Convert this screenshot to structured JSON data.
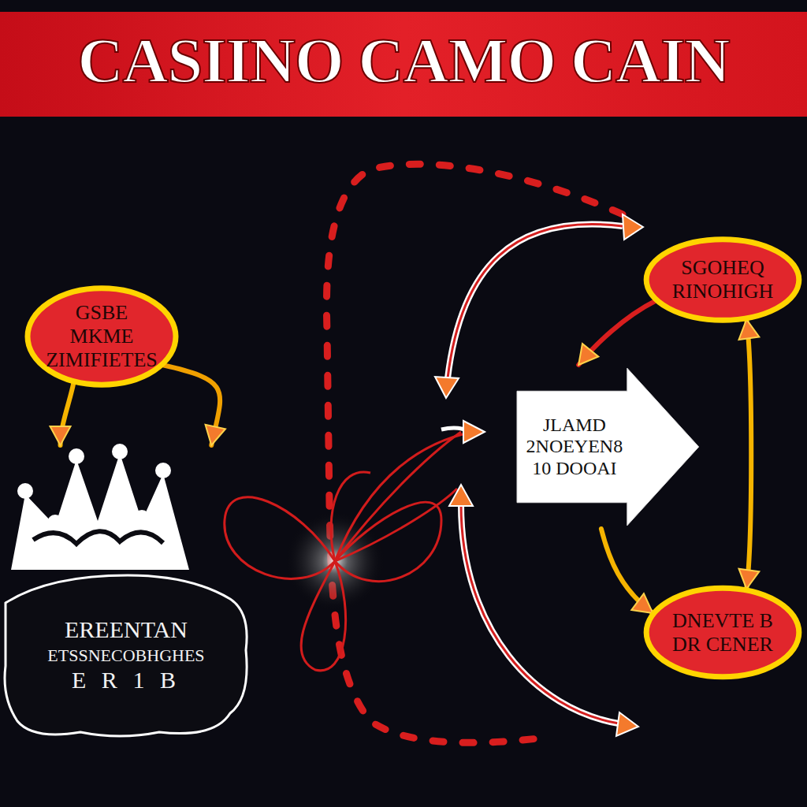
{
  "diagram": {
    "title": "CASIINO CAMO CAIN",
    "nodes": [
      {
        "text": [
          "GSBE MKME ZIMIFIETES"
        ]
      },
      {
        "text": [
          "EREENTAN",
          "ETSSNECOBHGHES",
          "E R 1 B"
        ]
      },
      {
        "text": [
          "SGOHEQ RINOHIGH"
        ]
      },
      {
        "text": [
          "JLAMD 2NOEYEN8 10 DOOAI"
        ]
      },
      {
        "text": [
          "DNEVTE B DR CENER"
        ]
      }
    ],
    "edges": [
      {
        "from": 0,
        "to": 1,
        "arrow": "to"
      },
      {
        "from": 0,
        "to": 1,
        "arrow": "to"
      },
      {
        "from": 2,
        "to": 3,
        "arrow": "to"
      },
      {
        "from": 3,
        "to": 4,
        "arrow": "to"
      },
      {
        "from": 2,
        "to": 4,
        "arrow": "both"
      }
    ]
  }
}
